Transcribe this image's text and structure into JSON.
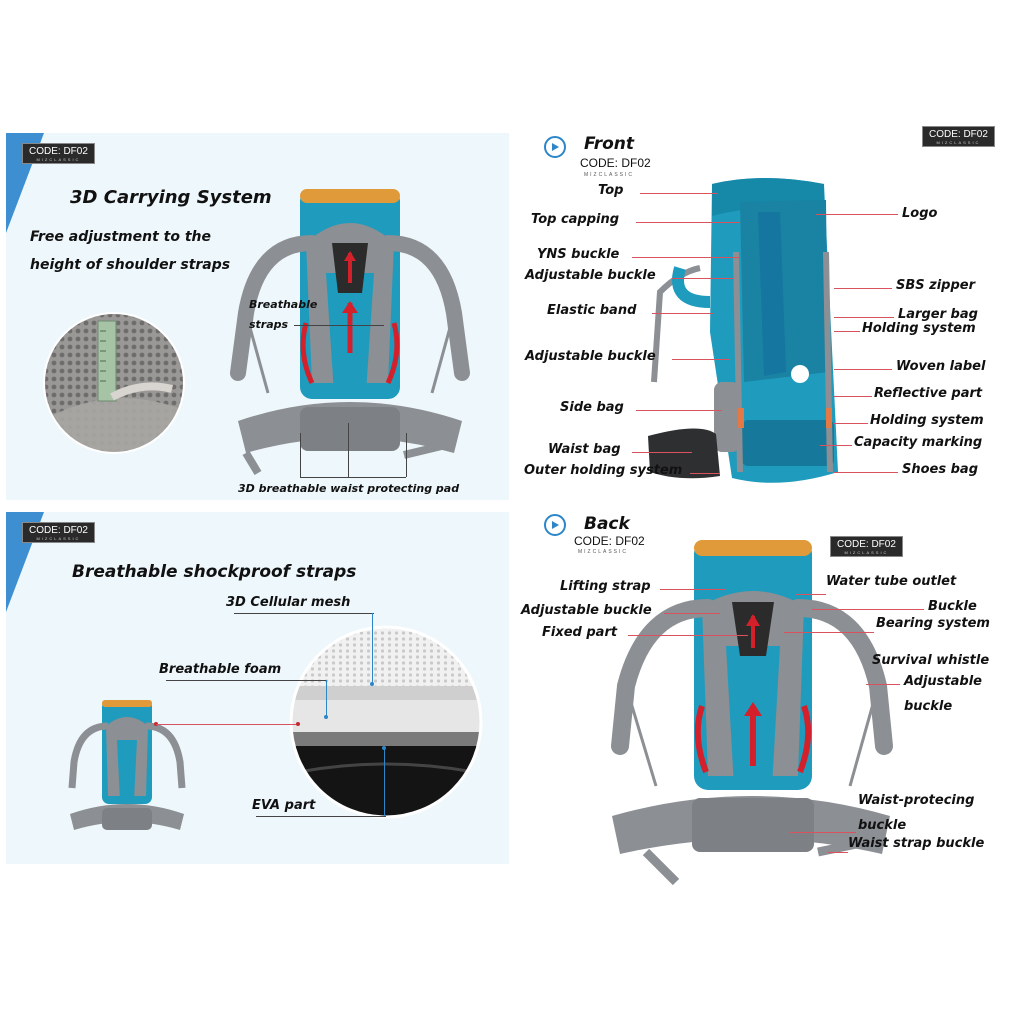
{
  "badge": {
    "code": "CODE: DF02",
    "brand": "MIZCLASSIC"
  },
  "panel1": {
    "title": "3D Carrying System",
    "line1": "Free adjustment to the",
    "line2": "height of shoulder straps",
    "breathable1": "Breathable",
    "breathable2": "straps",
    "waist": "3D breathable waist protecting pad"
  },
  "panel2": {
    "title": "Breathable shockproof straps",
    "mesh": "3D Cellular mesh",
    "foam": "Breathable foam",
    "eva": "EVA part"
  },
  "front": {
    "title": "Front",
    "code": "CODE: DF02",
    "brand": "MIZCLASSIC",
    "left": [
      "Top",
      "Top capping",
      "YNS buckle",
      "Adjustable buckle",
      "Elastic band",
      "Adjustable buckle",
      "Side bag",
      "Waist bag",
      "Outer holding system"
    ],
    "right": [
      "Logo",
      "SBS zipper",
      "Larger bag",
      "Holding system",
      "Woven label",
      "Reflective part",
      "Holding system",
      "Capacity marking",
      "Shoes bag"
    ]
  },
  "back": {
    "title": "Back",
    "code": "CODE: DF02",
    "brand": "MIZCLASSIC",
    "left": [
      "Lifting strap",
      "Adjustable buckle",
      "Fixed part"
    ],
    "right": [
      "Water tube outlet",
      "Buckle",
      "Bearing system",
      "Survival whistle",
      "Adjustable",
      "buckle",
      "Waist-protecing",
      "buckle",
      "Waist strap buckle"
    ]
  },
  "colors": {
    "pack_teal": "#1f9bbd",
    "pack_gray": "#8c8f93",
    "accent_blue": "#3e8fd1",
    "label_line": "#d9535f"
  }
}
